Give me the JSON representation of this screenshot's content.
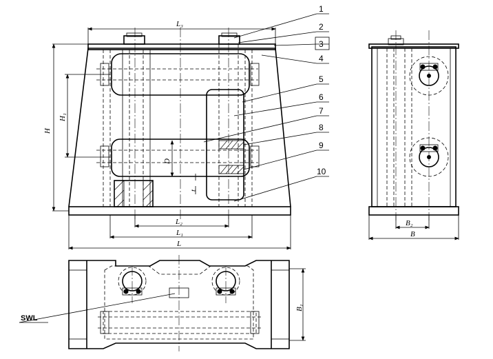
{
  "front_view": {
    "dimensions": {
      "L3": "L₃",
      "H": "H",
      "H1": "H₁",
      "D": "D",
      "t": "t",
      "L2": "L₂",
      "L1": "L₁",
      "L": "L"
    },
    "part_numbers": [
      "1",
      "2",
      "3",
      "4",
      "5",
      "6",
      "7",
      "8",
      "9",
      "10"
    ]
  },
  "side_view": {
    "dimensions": {
      "B2": "B₂",
      "B": "B"
    }
  },
  "top_view": {
    "dimensions": {
      "B1": "B₁"
    },
    "marking": "SWL"
  }
}
